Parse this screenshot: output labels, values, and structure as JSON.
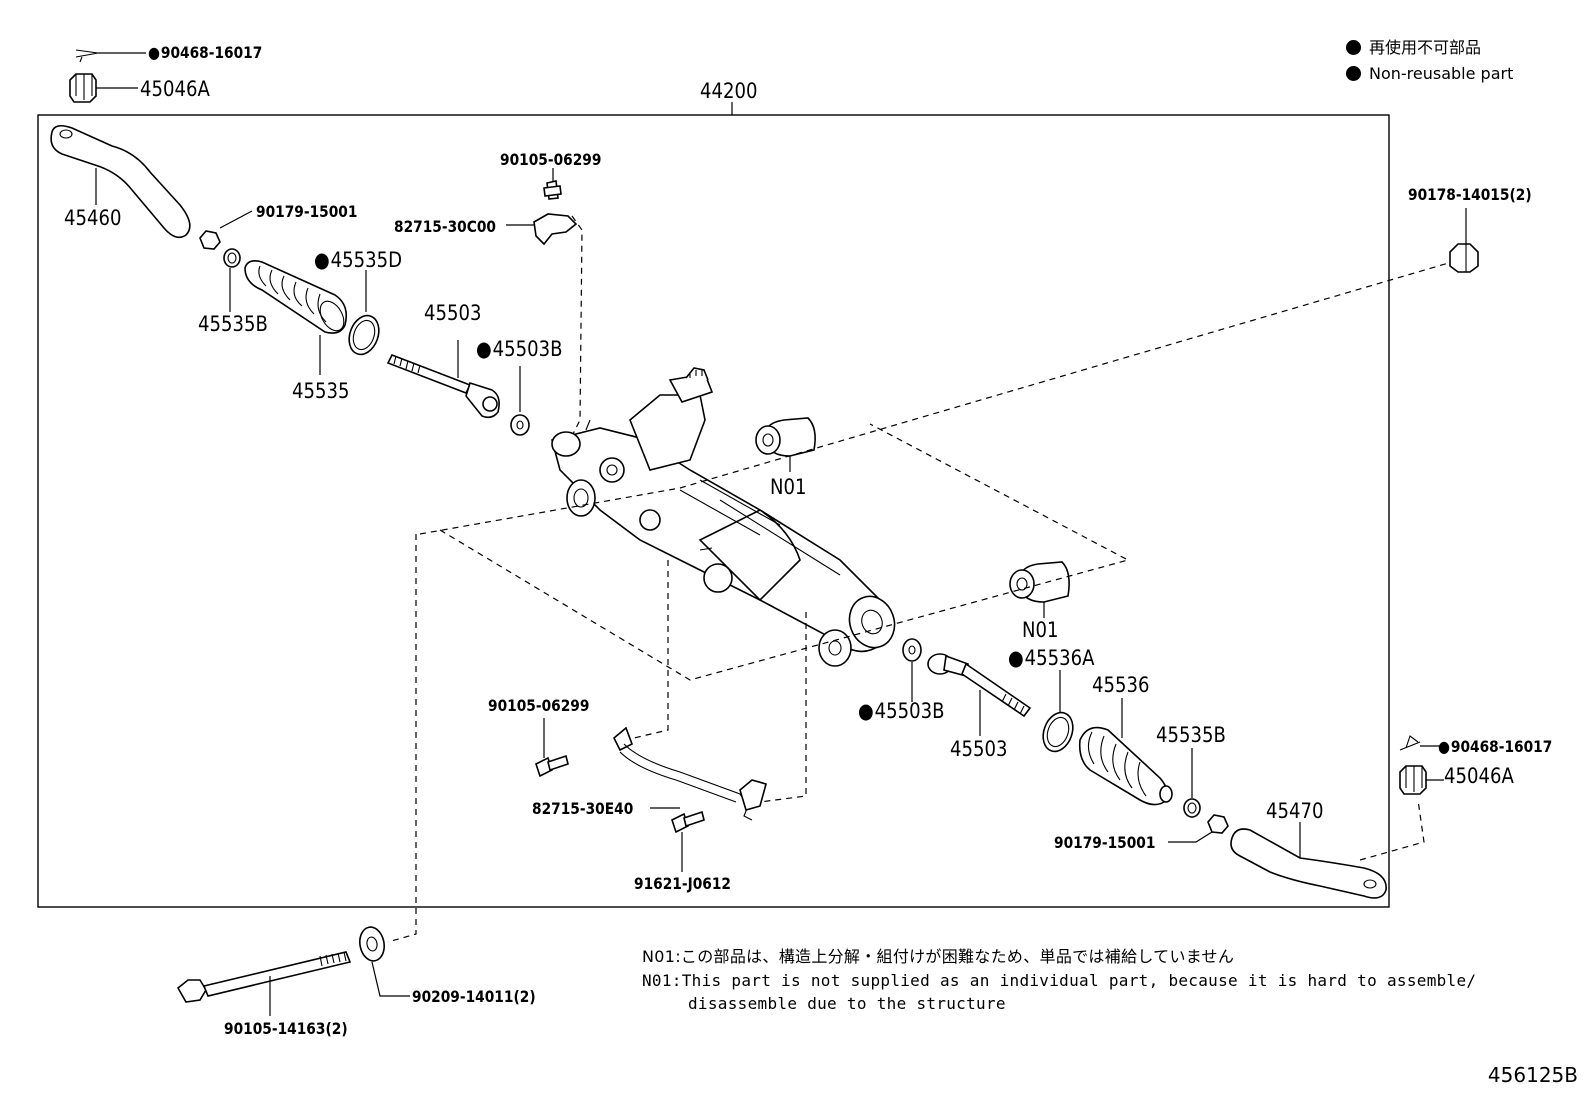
{
  "legend": {
    "jp": "再使用不可部品",
    "en": "Non-reusable part"
  },
  "labels": {
    "top_cotter": "90468-16017",
    "top_nut": "45046A",
    "assembly": "44200",
    "tie_rod_end_left": "45460",
    "nut_left": "90179-15001",
    "bolt_top": "90105-06299",
    "bracket_top": "82715-30C00",
    "nut_right_top": "90178-14015(2)",
    "boot_clamp_left": "45535D",
    "clip_left": "45535B",
    "boot_left": "45535",
    "rack_end_left": "45503",
    "washer_left": "45503B",
    "bushing_upper": "N01",
    "bushing_lower": "N01",
    "boot_clamp_right": "45536A",
    "boot_right": "45536",
    "washer_right": "45503B",
    "rack_end_right": "45503",
    "clip_right": "45535B",
    "cotter_right": "90468-16017",
    "nut_right": "45046A",
    "tie_rod_end_right": "45470",
    "nut_right_lower": "90179-15001",
    "bolt_lower": "90105-06299",
    "bracket_lower": "82715-30E40",
    "bolt_bracket": "91621-J0612",
    "long_bolt": "90105-14163(2)",
    "washer_bottom": "90209-14011(2)"
  },
  "notes": {
    "jp": "N01:この部品は、構造上分解・組付けが困難なため、単品では補給していません",
    "en_line1": "N01:This part is not supplied as an individual part, because it is hard to assemble/",
    "en_line2": "disassemble due to the structure"
  },
  "diagram_code": "456125B"
}
